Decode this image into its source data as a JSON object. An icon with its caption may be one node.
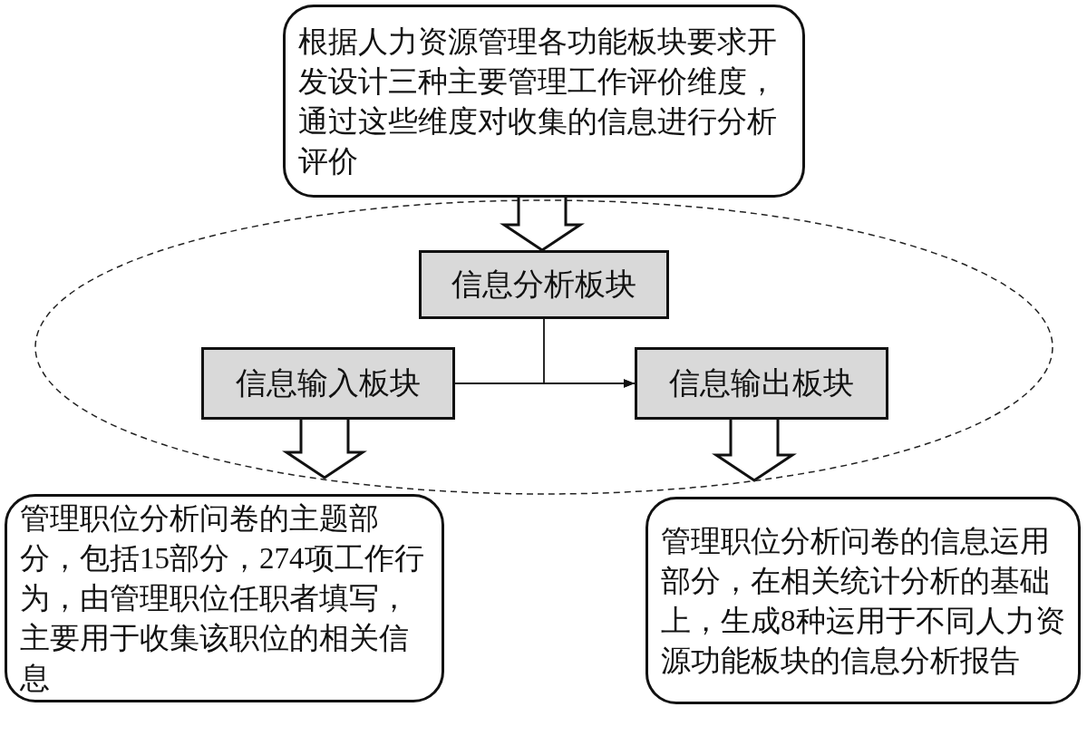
{
  "diagram": {
    "nodes": [
      {
        "text": [
          "根据人力资源管理各功能板块要求开发设计三种主要管理工作评价维度，通过这些维度对收集的信息进行分析评价"
        ]
      },
      {
        "text": [],
        "shape": "ellipse"
      },
      {
        "text": [
          "信息分析板块"
        ],
        "in": 1
      },
      {
        "text": [
          "信息输入板块"
        ],
        "in": 1
      },
      {
        "text": [
          "信息输出板块"
        ],
        "in": 1
      },
      {
        "text": [
          "管理职位分析问卷的主题部分，包括15部分，274项工作行为，由管理职位任职者填写，主要用于收集该职位的相关信息"
        ]
      },
      {
        "text": [
          "管理职位分析问卷的信息运用部分，在相关统计分析的基础上，生成8种运用于不同人力资源功能板块的信息分析报告"
        ]
      }
    ],
    "edges": [
      {
        "from": 0,
        "to": 2,
        "arrow": "to",
        "style": "thick"
      },
      {
        "from": 3,
        "to": 4,
        "arrow": "to"
      },
      {
        "from": 2,
        "to": 4,
        "arrow": "to"
      },
      {
        "from": 3,
        "to": 5,
        "arrow": "to",
        "style": "thick"
      },
      {
        "from": 4,
        "to": 6,
        "arrow": "to",
        "style": "thick"
      }
    ]
  }
}
